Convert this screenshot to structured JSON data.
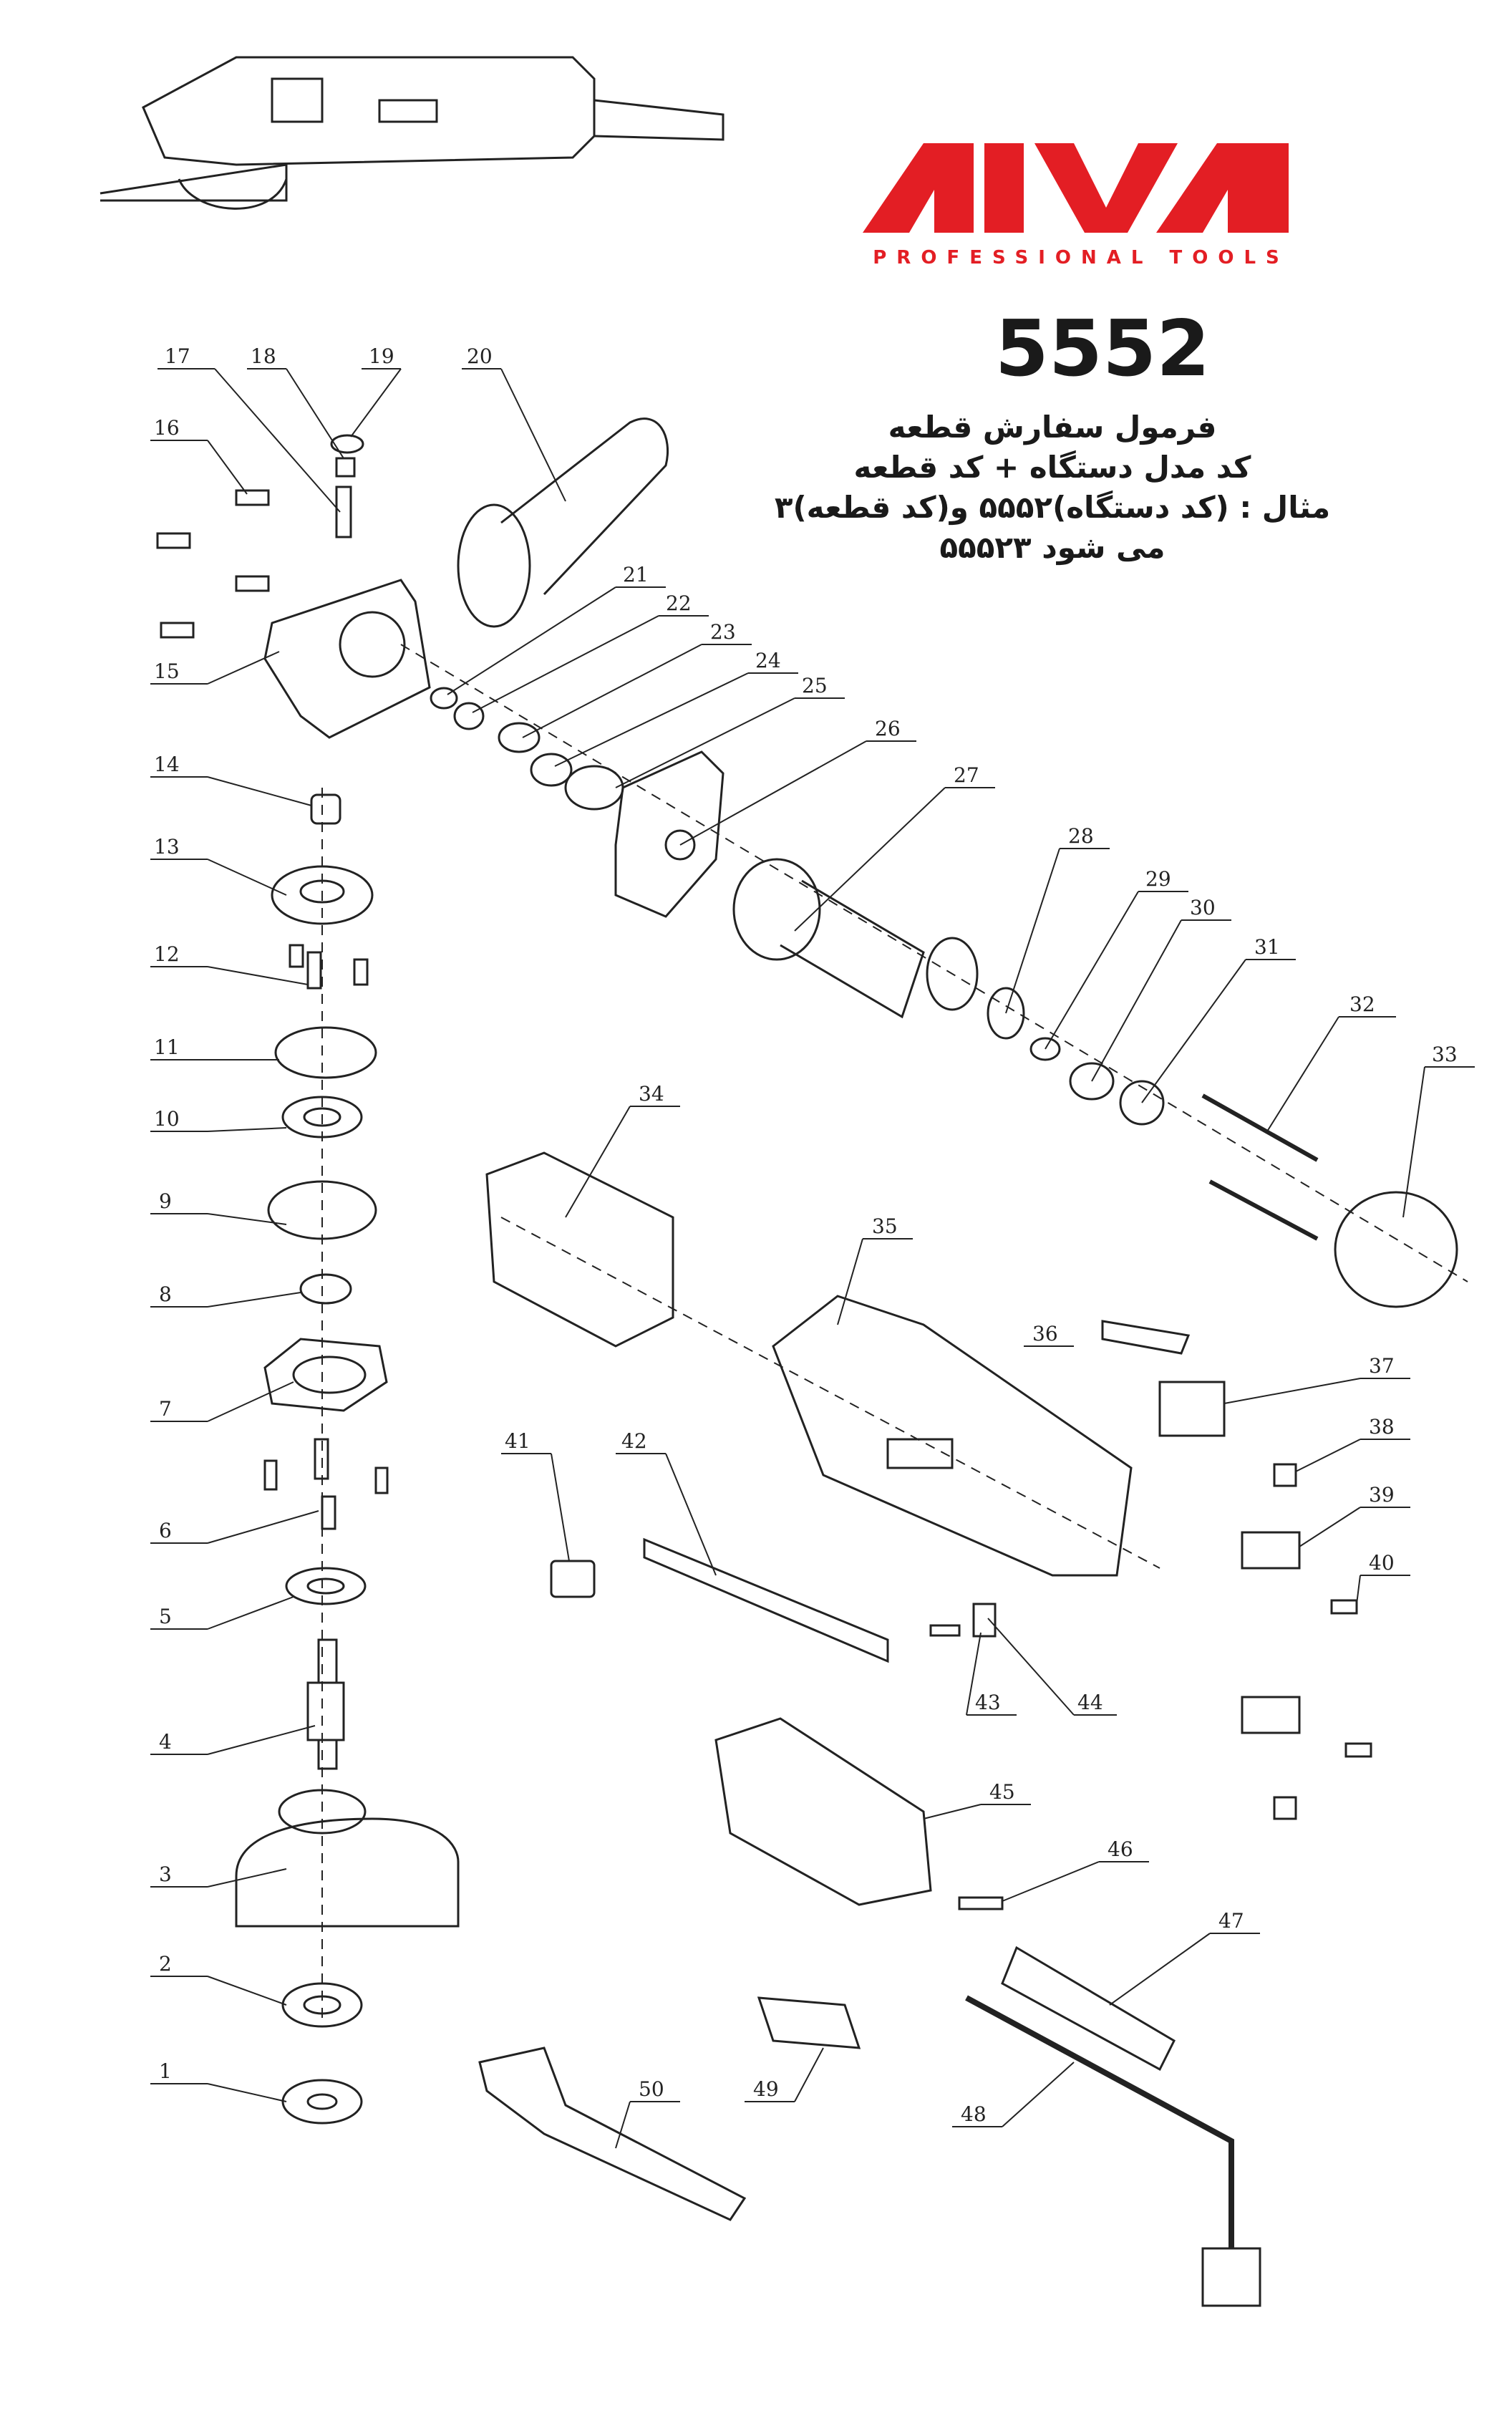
{
  "brand": {
    "name": "AIVA",
    "tagline": "PROFESSIONAL TOOLS",
    "color": "#e31e24"
  },
  "model_number": "5552",
  "order_instructions": [
    "فرمول سفارش قطعه",
    "کد مدل دستگاه + کد قطعه",
    "مثال : (کد دستگاه)۵۵۵۲ و(کد قطعه)۳",
    "می شود ۵۵۵۲۳"
  ],
  "part_numbers": [
    "1",
    "2",
    "3",
    "4",
    "5",
    "6",
    "7",
    "8",
    "9",
    "10",
    "11",
    "12",
    "13",
    "14",
    "15",
    "16",
    "17",
    "18",
    "19",
    "20",
    "21",
    "22",
    "23",
    "24",
    "25",
    "26",
    "27",
    "28",
    "29",
    "30",
    "31",
    "32",
    "33",
    "34",
    "35",
    "36",
    "37",
    "38",
    "39",
    "40",
    "41",
    "42",
    "43",
    "44",
    "45",
    "46",
    "47",
    "48",
    "49",
    "50"
  ],
  "colors": {
    "line": "#222222",
    "logo_red": "#e31e24"
  }
}
